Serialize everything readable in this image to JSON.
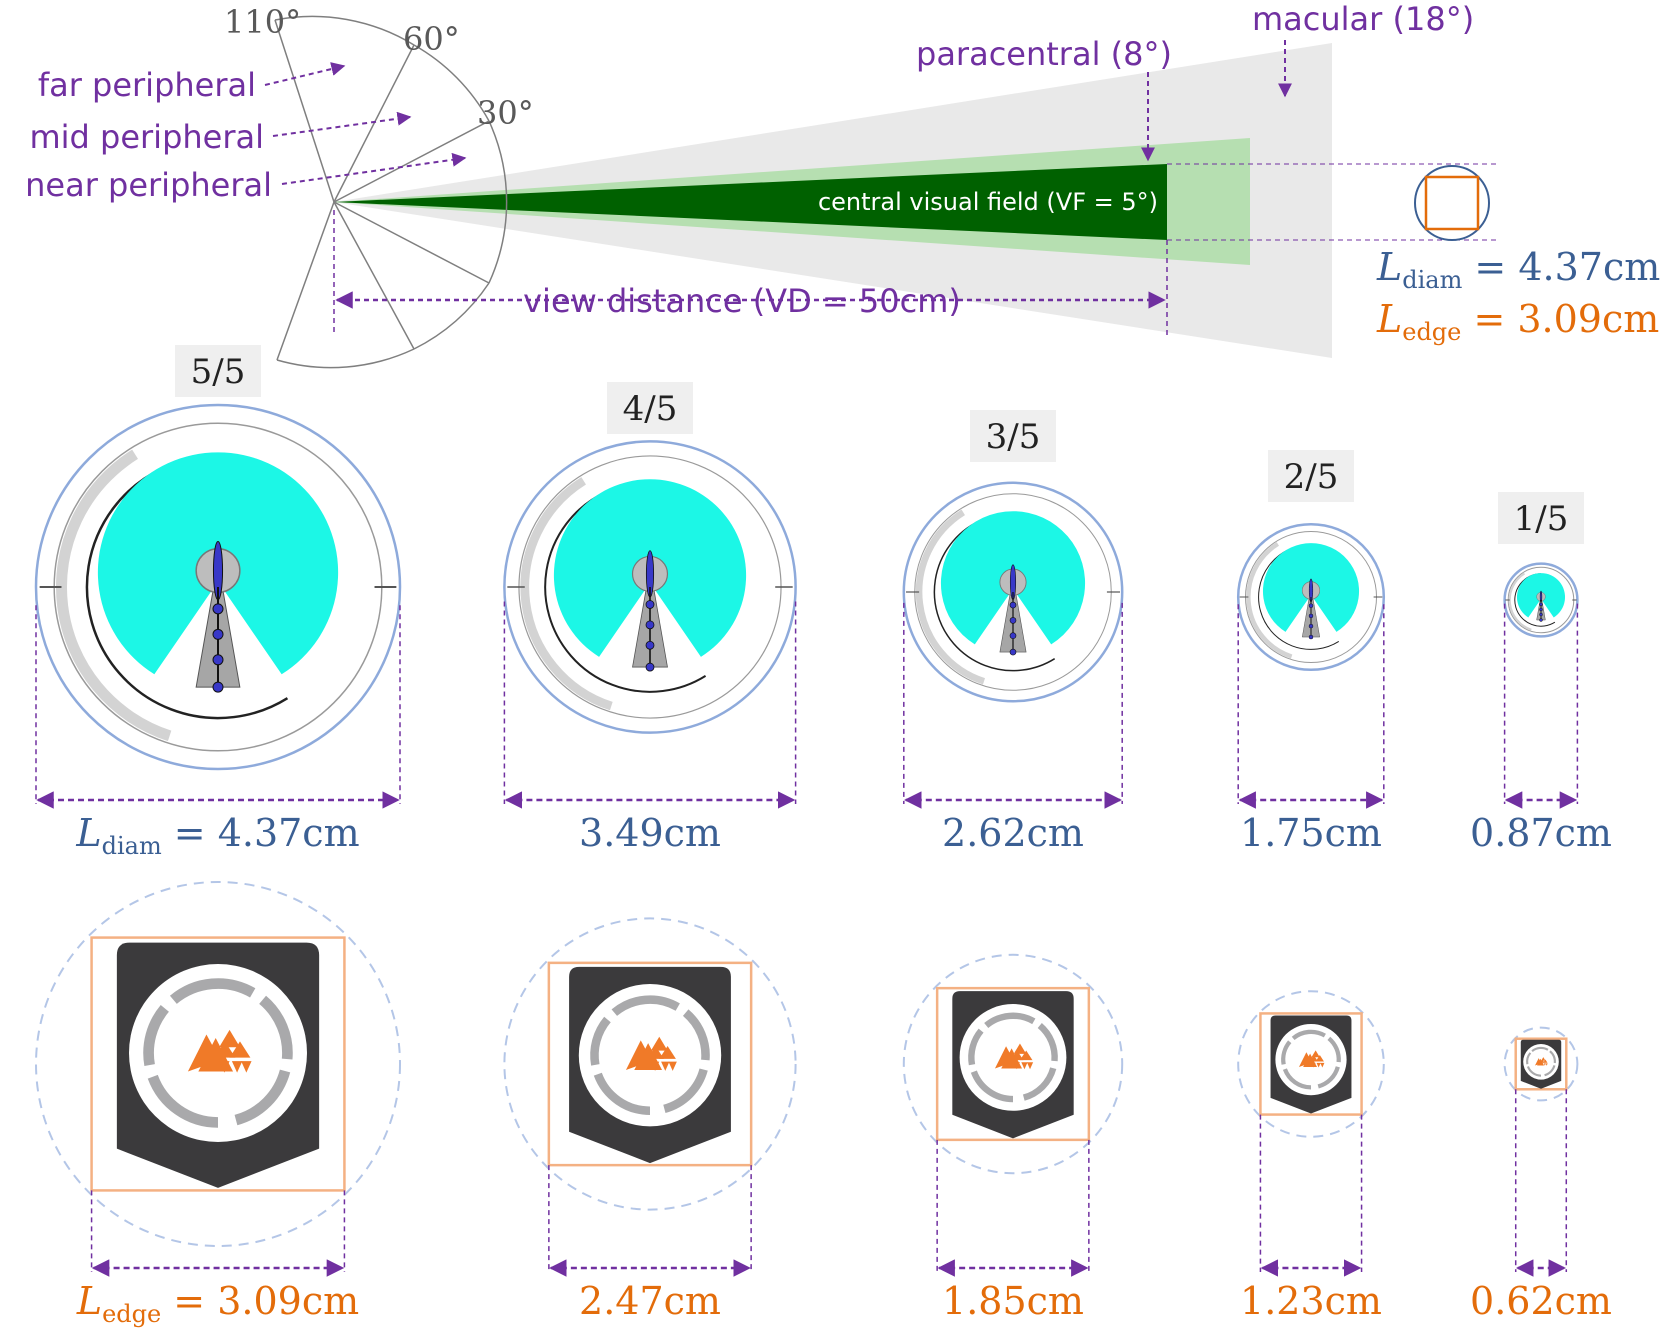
{
  "colors": {
    "annotation": "#7030a0",
    "diameter": "#3b5f93",
    "edge": "#e36c0a",
    "central_field": "#006100",
    "paracentral_field": "#b6dfb1",
    "macular_field": "#e9e9e9",
    "gauge_fill": "#1cf7e6",
    "badge_dark": "#3b3a3c",
    "badge_accent": "#f07a28"
  },
  "visual_field": {
    "angles": {
      "a110": "110°",
      "a60": "60°",
      "a30": "30°"
    },
    "regions": {
      "far": "far peripheral",
      "mid": "mid peripheral",
      "near": "near peripheral",
      "paracentral": "paracentral (8°)",
      "macular": "macular (18°)",
      "central": "central visual field (VF = 5°)"
    },
    "view_distance": "view distance (VD = 50cm)",
    "legend": {
      "diam_symbol": "L",
      "diam_sub": "diam",
      "diam_value": " = 4.37cm",
      "edge_symbol": "L",
      "edge_sub": "edge",
      "edge_value": " = 3.09cm"
    }
  },
  "gauges": [
    {
      "level": "5/5",
      "scale": 1.0
    },
    {
      "level": "4/5",
      "scale": 0.8
    },
    {
      "level": "3/5",
      "scale": 0.6
    },
    {
      "level": "2/5",
      "scale": 0.4
    },
    {
      "level": "1/5",
      "scale": 0.2
    }
  ],
  "diameter_labels": {
    "first_symbol": "L",
    "first_sub": "diam",
    "first_value": " = 4.37cm",
    "others": [
      "3.49cm",
      "2.62cm",
      "1.75cm",
      "0.87cm"
    ]
  },
  "edge_labels": {
    "first_symbol": "L",
    "first_sub": "edge",
    "first_value": " = 3.09cm",
    "others": [
      "2.47cm",
      "1.85cm",
      "1.23cm",
      "0.62cm"
    ]
  }
}
